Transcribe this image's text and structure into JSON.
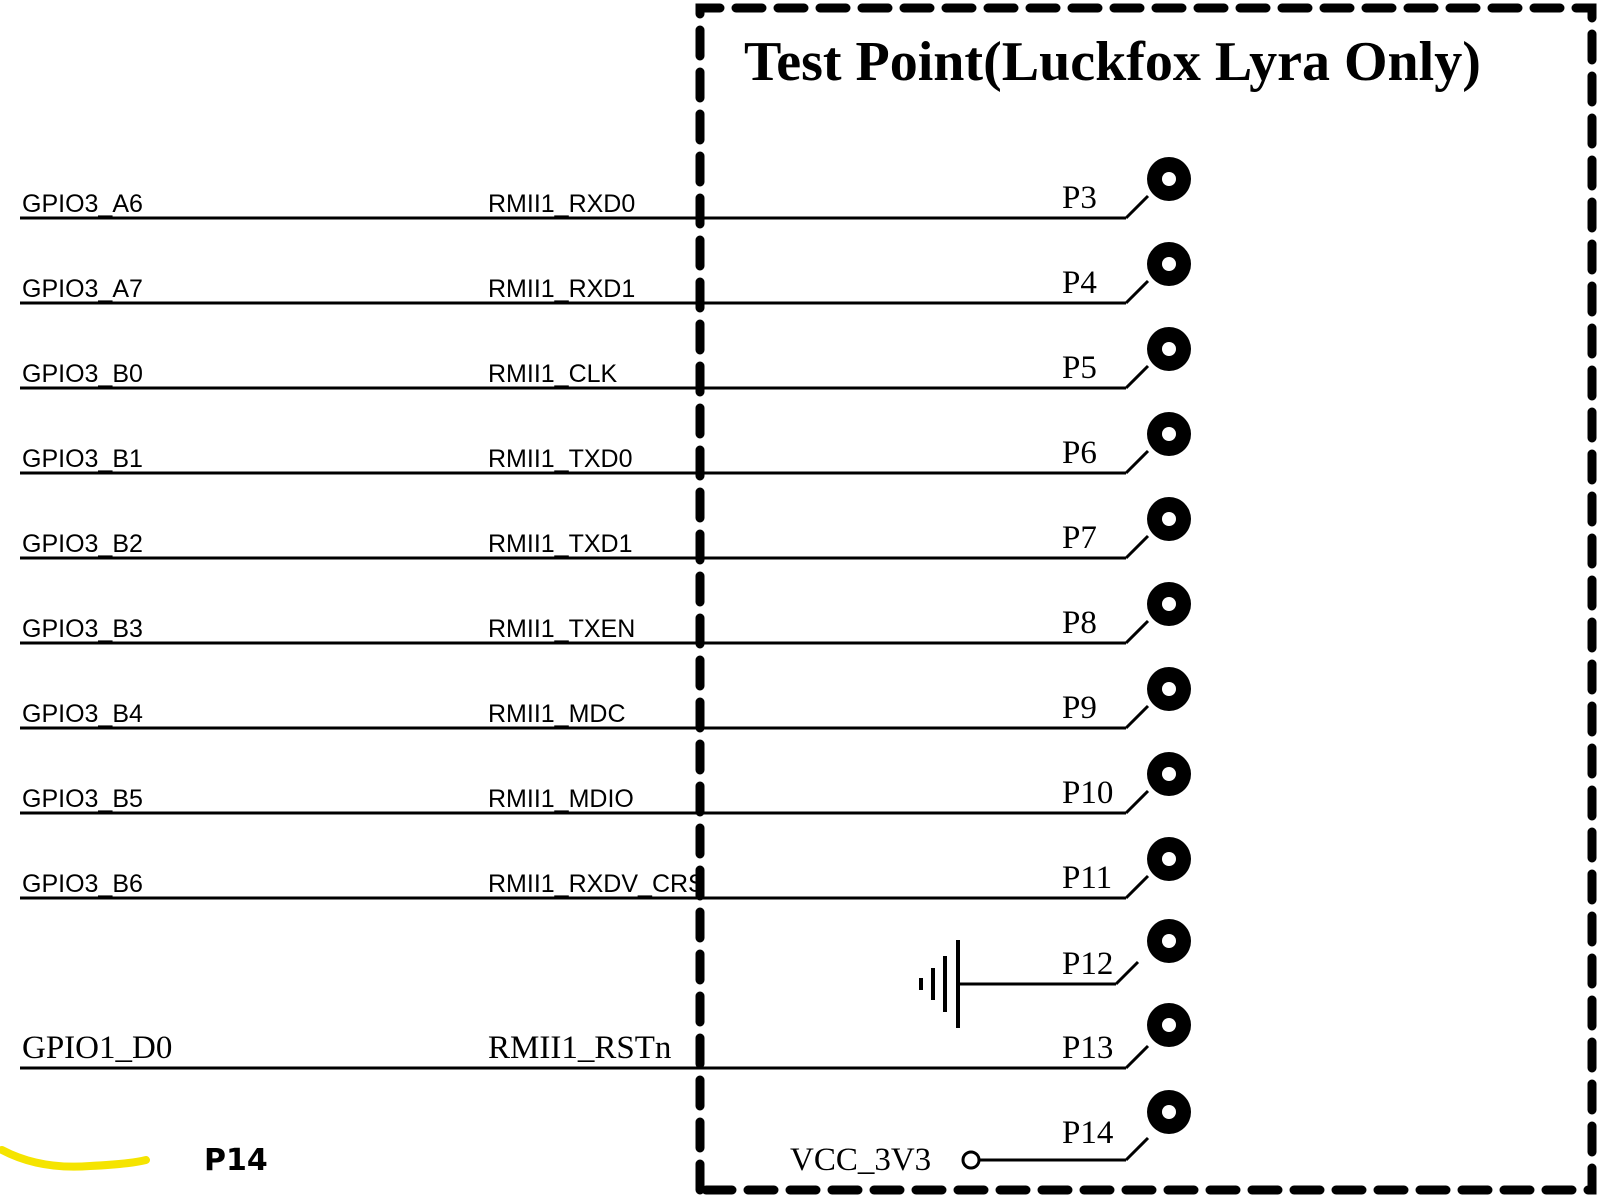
{
  "title": "Test Point(Luckfox Lyra Only)",
  "nets": [
    {
      "gpio": "GPIO3_A6",
      "func": "RMII1_RXD0",
      "pin": "P3"
    },
    {
      "gpio": "GPIO3_A7",
      "func": "RMII1_RXD1",
      "pin": "P4"
    },
    {
      "gpio": "GPIO3_B0",
      "func": "RMII1_CLK",
      "pin": "P5"
    },
    {
      "gpio": "GPIO3_B1",
      "func": "RMII1_TXD0",
      "pin": "P6"
    },
    {
      "gpio": "GPIO3_B2",
      "func": "RMII1_TXD1",
      "pin": "P7"
    },
    {
      "gpio": "GPIO3_B3",
      "func": "RMII1_TXEN",
      "pin": "P8"
    },
    {
      "gpio": "GPIO3_B4",
      "func": "RMII1_MDC",
      "pin": "P9"
    },
    {
      "gpio": "GPIO3_B5",
      "func": "RMII1_MDIO",
      "pin": "P10"
    },
    {
      "gpio": "GPIO3_B6",
      "func": "RMII1_RXDV_CRS",
      "pin": "P11"
    }
  ],
  "ground_pin": "P12",
  "reset_net": {
    "gpio": "GPIO1_D0",
    "func": "RMII1_RSTn",
    "pin": "P13"
  },
  "power_net": {
    "label": "VCC_3V3",
    "pin": "P14"
  },
  "annotation": {
    "text": "P14",
    "highlight_color": "#f5e400"
  },
  "colors": {
    "ink": "#000000",
    "background": "#ffffff"
  }
}
